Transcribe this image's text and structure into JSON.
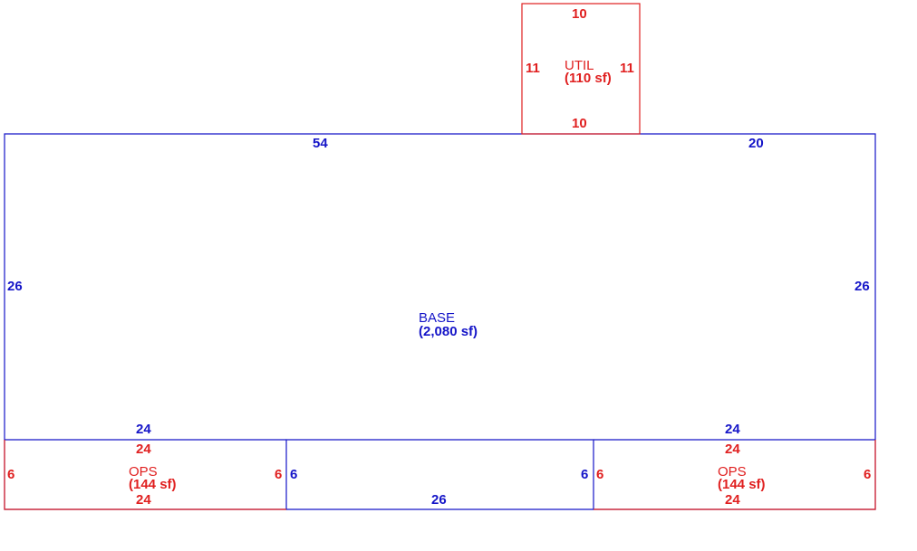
{
  "colors": {
    "base": "#1515c8",
    "addition": "#e02020"
  },
  "areas": {
    "base": {
      "name": "BASE",
      "size": "(2,080 sf)"
    },
    "util": {
      "name": "UTIL",
      "size": "(110 sf)"
    },
    "ops_left": {
      "name": "OPS",
      "size": "(144 sf)"
    },
    "ops_right": {
      "name": "OPS",
      "size": "(144 sf)"
    }
  },
  "dims": {
    "base_top_left": "54",
    "base_top_right": "20",
    "base_left": "26",
    "base_right": "26",
    "base_bottom_left": "24",
    "base_bottom_center": "26",
    "base_bottom_right": "24",
    "base_notch_left": "6",
    "base_notch_right": "6",
    "util_top": "10",
    "util_bottom": "10",
    "util_left": "11",
    "util_right": "11",
    "ops_left_top": "24",
    "ops_left_bottom": "24",
    "ops_left_left": "6",
    "ops_left_right": "6",
    "ops_right_top": "24",
    "ops_right_bottom": "24",
    "ops_right_left": "6",
    "ops_right_right": "6"
  }
}
